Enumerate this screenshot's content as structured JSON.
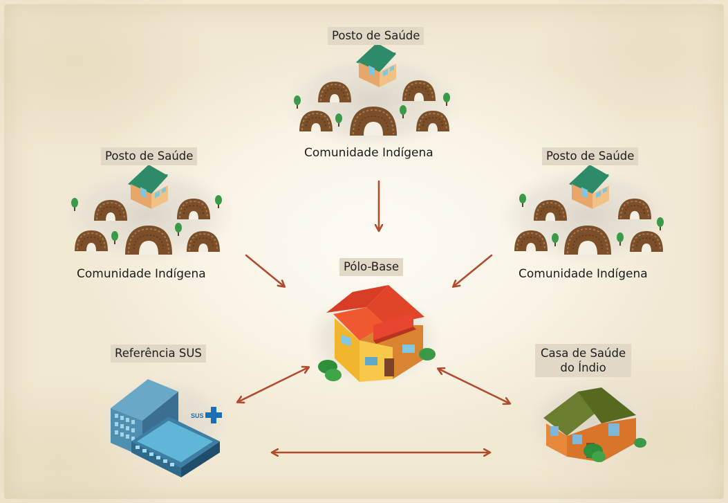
{
  "nodes": {
    "posto_top": "Posto de Saúde",
    "comunidade_top": "Comunidade Indígena",
    "posto_left": "Posto de Saúde",
    "comunidade_left": "Comunidade Indígena",
    "posto_right": "Posto de Saúde",
    "comunidade_right": "Comunidade Indígena",
    "polo_base": "Pólo-Base",
    "referencia_sus": "Referência SUS",
    "casa_saude_line1": "Casa de Saúde",
    "casa_saude_line2": "do Índio",
    "sus_logo_text": "SUS"
  },
  "colors": {
    "arrow": "#b24a2c",
    "hut": "#7a4f2a",
    "posto_roof": "#2e8b67",
    "polo_roof": "#e0452a",
    "polo_wall": "#f2b62e",
    "casa_roof": "#6b7d2e",
    "casa_wall": "#e7883a",
    "sus_blue": "#1b6fb7"
  }
}
